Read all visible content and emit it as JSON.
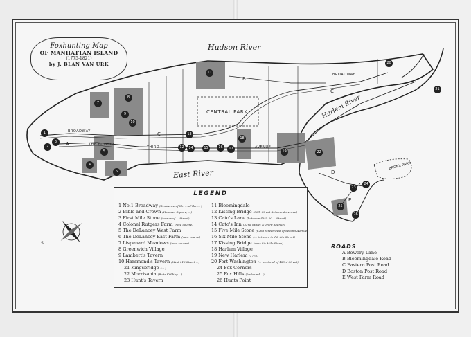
{
  "title": {
    "line1": "Foxhunting Map",
    "line2": "OF MANHATTAN ISLAND",
    "line3": "(1775-1821)",
    "line4": "by J. BLAN VAN URK"
  },
  "rivers": {
    "hudson": "Hudson River",
    "east": "East River",
    "harlem": "Harlem River"
  },
  "map_labels": {
    "central_park": "CENTRAL PARK",
    "bronx_park": "BRONX PARK",
    "broadway_south": "BROADWAY",
    "broadway_north": "BROADWAY",
    "bowery": "THE BOWERY",
    "third": "THIRD",
    "avenue": "AVENUE"
  },
  "road_letters": {
    "a": "A",
    "b": "B",
    "c": "C",
    "c2": "C",
    "d": "D",
    "e": "E"
  },
  "legend": {
    "title": "LEGEND",
    "items": [
      {
        "n": "1",
        "text": "No.1 Broadway",
        "sub": "(Residence of Mr. ... of the ... )"
      },
      {
        "n": "2",
        "text": "Bible and Crown",
        "sub": "(Hanover Square, ...)"
      },
      {
        "n": "3",
        "text": "First Mile Stone",
        "sub": "(corner of ... Street)"
      },
      {
        "n": "4",
        "text": "Colonel Rutgers Farm",
        "sub": "(race course)"
      },
      {
        "n": "5",
        "text": "The DeLancey West Farm",
        "sub": ""
      },
      {
        "n": "6",
        "text": "The DeLancey East Farm",
        "sub": "(race course)"
      },
      {
        "n": "7",
        "text": "Lispenard Meadows",
        "sub": "(race course)"
      },
      {
        "n": "8",
        "text": "Greenwich Village",
        "sub": ""
      },
      {
        "n": "9",
        "text": "Lambert's Tavern",
        "sub": ""
      },
      {
        "n": "10",
        "text": "Hammond's Tavern",
        "sub": "(West 116 Street ...)"
      },
      {
        "n": "11",
        "text": "Bloomingdale",
        "sub": ""
      },
      {
        "n": "12",
        "text": "Kissing Bridge",
        "sub": "(50th Street & Second Avenue)"
      },
      {
        "n": "13",
        "text": "Cato's Lane",
        "sub": "(between 49 & 50 ... Street)"
      },
      {
        "n": "14",
        "text": "Cato's Inn",
        "sub": "(52nd Street & Third Avenue)"
      },
      {
        "n": "15",
        "text": "Five Mile Stone",
        "sub": "(62nd Street west of Second Avenue)"
      },
      {
        "n": "16",
        "text": "Six Mile Stone",
        "sub": "(... between 3rd & 4th Street)"
      },
      {
        "n": "17",
        "text": "Kissing Bridge",
        "sub": "(near Six Mile Stone)"
      },
      {
        "n": "18",
        "text": "Harlem Village",
        "sub": ""
      },
      {
        "n": "19",
        "text": "New Harlem",
        "sub": "(1776)"
      },
      {
        "n": "20",
        "text": "Fort Washington",
        "sub": "(... west end of 183rd Street)"
      },
      {
        "n": "21",
        "text": "Kingsbridge",
        "sub": "(... )"
      },
      {
        "n": "22",
        "text": "Morrisania",
        "sub": "(Bolts Kidding ...)"
      },
      {
        "n": "23",
        "text": "Hunt's Tavern",
        "sub": ""
      },
      {
        "n": "24",
        "text": "Fox Corners",
        "sub": ""
      },
      {
        "n": "25",
        "text": "Fox Hills",
        "sub": "(foxhound ...)"
      },
      {
        "n": "26",
        "text": "Hunts Point",
        "sub": ""
      }
    ]
  },
  "roads": {
    "title": "ROADS",
    "items": [
      {
        "letter": "A",
        "name": "Bowery Lane"
      },
      {
        "letter": "B",
        "name": "Bloomingdale Road"
      },
      {
        "letter": "C",
        "name": "Eastern Post Road"
      },
      {
        "letter": "D",
        "name": "Boston Post Road"
      },
      {
        "letter": "E",
        "name": "West Farm Road"
      }
    ]
  },
  "markers": [
    "1",
    "2",
    "3",
    "4",
    "5",
    "6",
    "7",
    "8",
    "9",
    "10",
    "11",
    "12",
    "13",
    "14",
    "15",
    "16",
    "17",
    "18",
    "19",
    "20",
    "21",
    "22",
    "23",
    "24",
    "25",
    "26"
  ],
  "colors": {
    "land": "#f6f6f6",
    "farm": "#8a8a8a",
    "ink": "#222222",
    "page": "#ececec"
  }
}
